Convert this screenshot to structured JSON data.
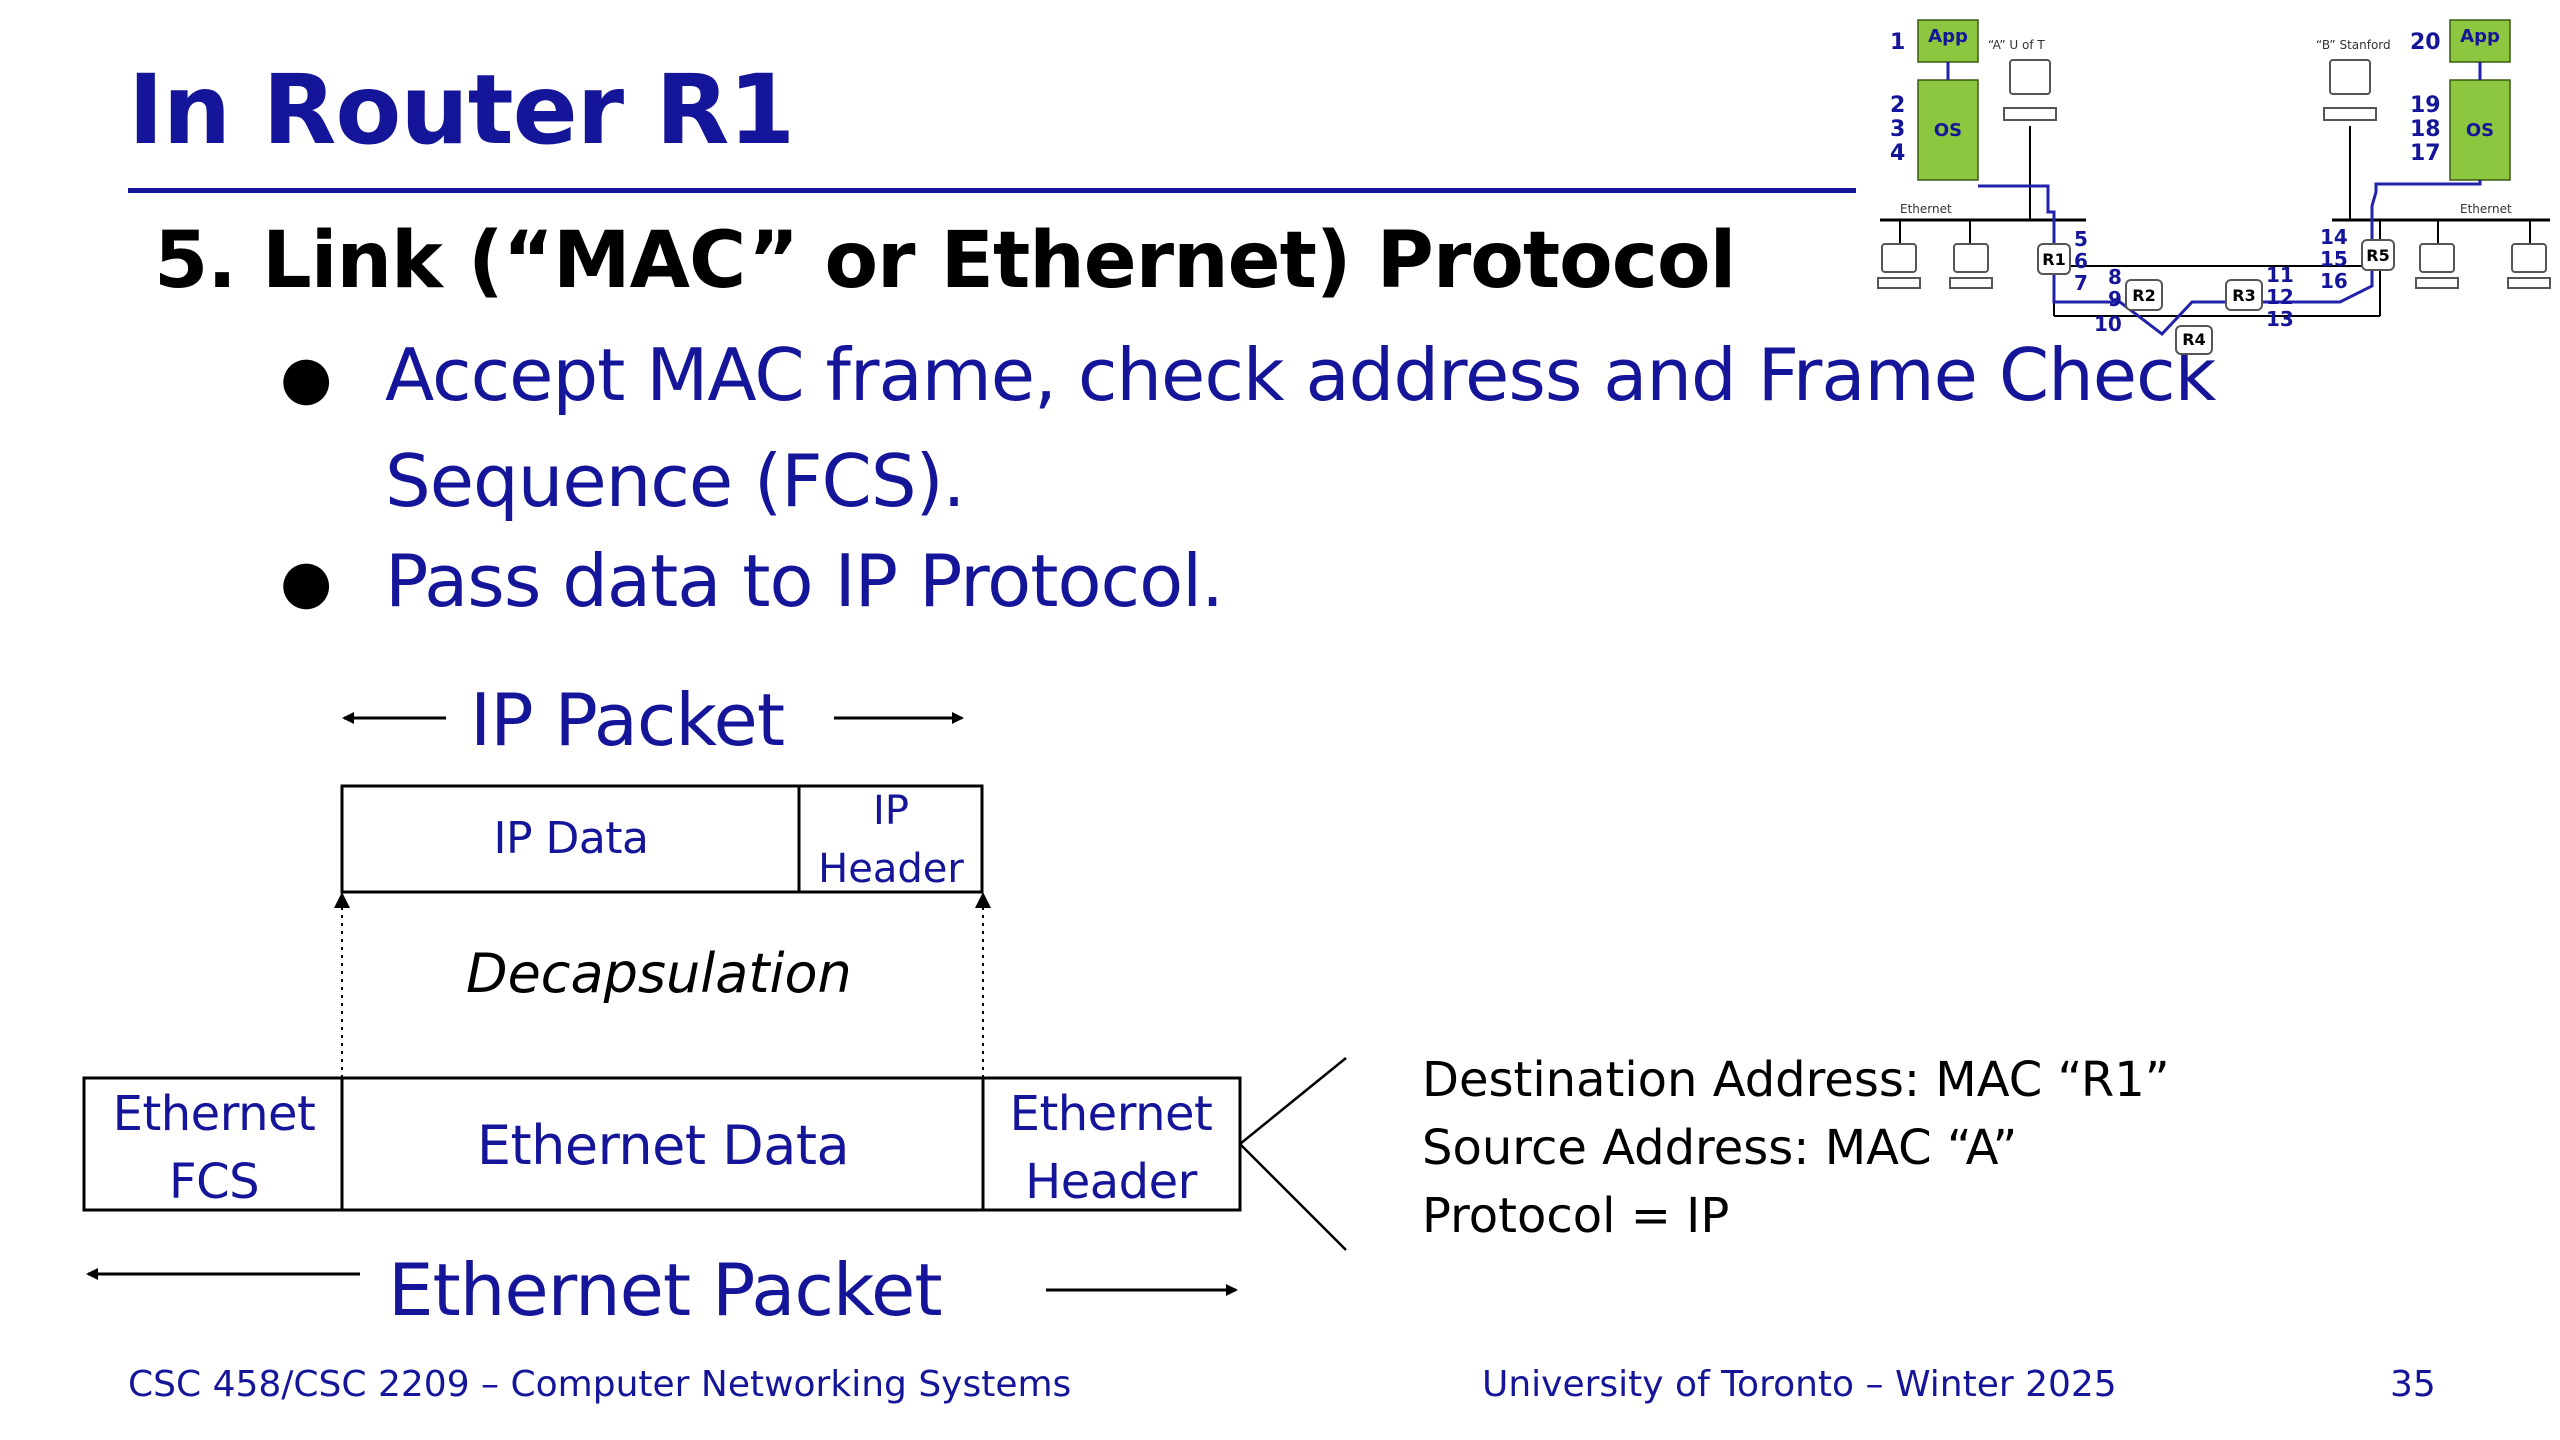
{
  "slide": {
    "title": "In Router R1",
    "subtitle": "5. Link (“MAC” or Ethernet) Protocol",
    "bullets": [
      "Accept MAC frame, check  address and Frame Check Sequence (FCS).",
      "Pass data to IP Protocol."
    ]
  },
  "diagram": {
    "ip_packet_label": "IP Packet",
    "ip_data": "IP Data",
    "ip_header_line1": "IP",
    "ip_header_line2": "Header",
    "decapsulation": "Decapsulation",
    "ethernet_fcs_line1": "Ethernet",
    "ethernet_fcs_line2": "FCS",
    "ethernet_data": "Ethernet Data",
    "ethernet_header_line1": "Ethernet",
    "ethernet_header_line2": "Header",
    "ethernet_packet_label": "Ethernet Packet",
    "header_fields": [
      "Destination Address: MAC “R1”",
      "Source Address: MAC “A”",
      "Protocol = IP"
    ]
  },
  "network_thumbnail": {
    "left_app": "App",
    "left_os": "OS",
    "right_app": "App",
    "right_os": "OS",
    "left_host_label": "“A” U of T",
    "right_host_label": "“B” Stanford",
    "left_ethernet": "Ethernet",
    "right_ethernet": "Ethernet",
    "routers": [
      "R1",
      "R2",
      "R3",
      "R4",
      "R5"
    ],
    "step_numbers": {
      "s1": "1",
      "s2": "2",
      "s3": "3",
      "s4": "4",
      "s5": "5",
      "s6": "6",
      "s7": "7",
      "s8": "8",
      "s9": "9",
      "s10": "10",
      "s11": "11",
      "s12": "12",
      "s13": "13",
      "s14": "14",
      "s15": "15",
      "s16": "16",
      "s17": "17",
      "s18": "18",
      "s19": "19",
      "s20": "20"
    }
  },
  "footer": {
    "course": "CSC 458/CSC 2209 – Computer Networking Systems",
    "university": "University of Toronto – Winter 2025",
    "page_number": "35"
  },
  "colors": {
    "navy": "#15159a",
    "os_green": "#8dc63f",
    "route_blue": "#2222aa"
  }
}
